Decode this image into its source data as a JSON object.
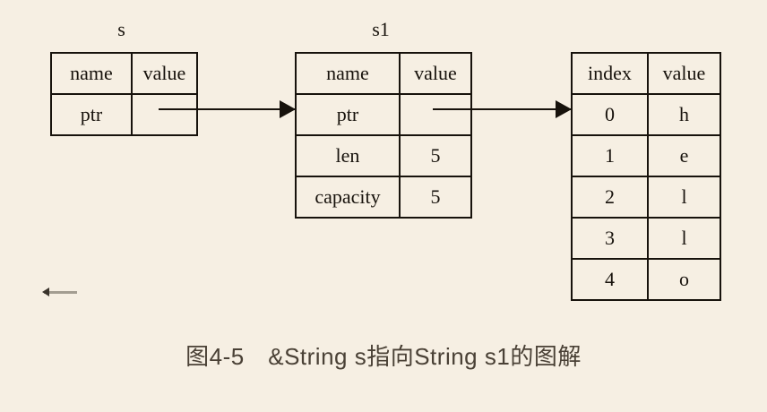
{
  "figure": {
    "caption": "图4-5　&String s指向String s1的图解",
    "background_color": "#f6efe3",
    "ink_color": "#17120c",
    "caption_color": "#4a4136"
  },
  "tables": {
    "s": {
      "label": "s",
      "headers": [
        "name",
        "value"
      ],
      "rows": [
        {
          "name": "ptr",
          "value": ""
        }
      ]
    },
    "s1": {
      "label": "s1",
      "headers": [
        "name",
        "value"
      ],
      "rows": [
        {
          "name": "ptr",
          "value": ""
        },
        {
          "name": "len",
          "value": "5"
        },
        {
          "name": "capacity",
          "value": "5"
        }
      ]
    },
    "heap": {
      "label": "",
      "headers": [
        "index",
        "value"
      ],
      "rows": [
        {
          "index": "0",
          "value": "h"
        },
        {
          "index": "1",
          "value": "e"
        },
        {
          "index": "2",
          "value": "l"
        },
        {
          "index": "3",
          "value": "l"
        },
        {
          "index": "4",
          "value": "o"
        }
      ]
    }
  },
  "arrows": [
    {
      "name": "s-ptr-to-s1",
      "from": "s.ptr",
      "to": "s1"
    },
    {
      "name": "s1-ptr-to-heap",
      "from": "s1.ptr",
      "to": "heap.row0"
    }
  ]
}
